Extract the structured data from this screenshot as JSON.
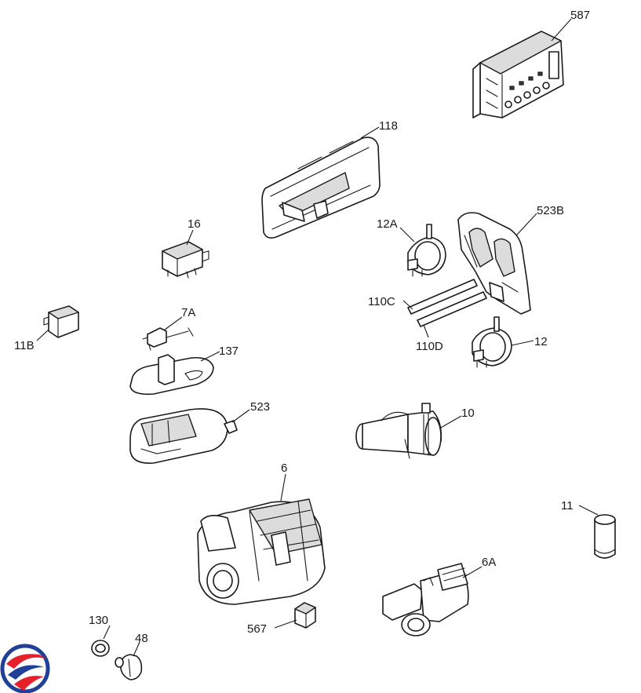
{
  "labels": {
    "p587": "587",
    "p118": "118",
    "p16": "16",
    "p12A": "12A",
    "p523B": "523B",
    "p11B": "11B",
    "p7A": "7A",
    "p110C": "110C",
    "p137": "137",
    "p110D": "110D",
    "p12": "12",
    "p523": "523",
    "p10": "10",
    "p6": "6",
    "p11": "11",
    "p6A": "6A",
    "p130": "130",
    "p48": "48",
    "p567": "567"
  },
  "colors": {
    "line": "#1a1a1a",
    "fill": "#ffffff",
    "shade": "#dcdcdc",
    "logo_red": "#e4202a",
    "logo_blue": "#1f3f99"
  }
}
